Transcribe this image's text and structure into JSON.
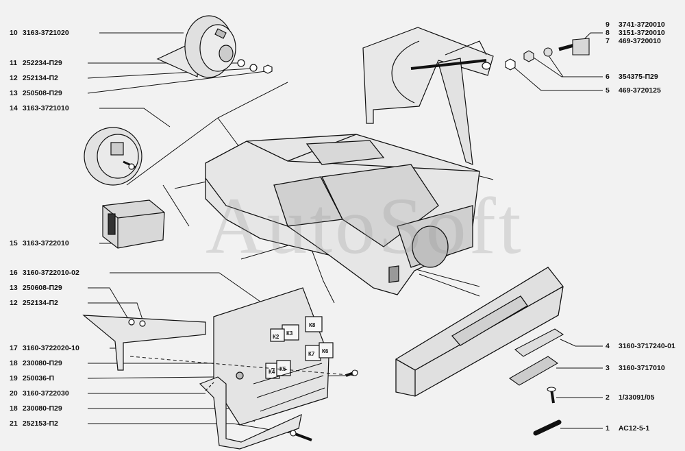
{
  "watermark": "AutoSoft",
  "left_callouts": [
    {
      "num": "10",
      "code": "3163-3721020"
    },
    {
      "num": "11",
      "code": "252234-П29"
    },
    {
      "num": "12",
      "code": "252134-П2"
    },
    {
      "num": "13",
      "code": "250508-П29"
    },
    {
      "num": "14",
      "code": "3163-3721010"
    },
    {
      "num": "15",
      "code": "3163-3722010"
    },
    {
      "num": "16",
      "code": "3160-3722010-02"
    },
    {
      "num": "13",
      "code": "250608-П29"
    },
    {
      "num": "12",
      "code": "252134-П2"
    },
    {
      "num": "17",
      "code": "3160-3722020-10"
    },
    {
      "num": "18",
      "code": "230080-П29"
    },
    {
      "num": "19",
      "code": "250036-П"
    },
    {
      "num": "20",
      "code": "3160-3722030"
    },
    {
      "num": "18",
      "code": "230080-П29"
    },
    {
      "num": "21",
      "code": "252153-П2"
    }
  ],
  "right_callouts": [
    {
      "num": "9",
      "code": "3741-3720010"
    },
    {
      "num": "8",
      "code": "3151-3720010"
    },
    {
      "num": "7",
      "code": "469-3720010"
    },
    {
      "num": "6",
      "code": "354375-П29"
    },
    {
      "num": "5",
      "code": "469-3720125"
    },
    {
      "num": "4",
      "code": "3160-3717240-01"
    },
    {
      "num": "3",
      "code": "3160-3717010"
    },
    {
      "num": "2",
      "code": "1/33091/05"
    },
    {
      "num": "1",
      "code": "АС12-5-1"
    }
  ],
  "relay_labels": [
    "К8",
    "К3",
    "К2",
    "К7",
    "К6",
    "К4",
    "К5"
  ]
}
